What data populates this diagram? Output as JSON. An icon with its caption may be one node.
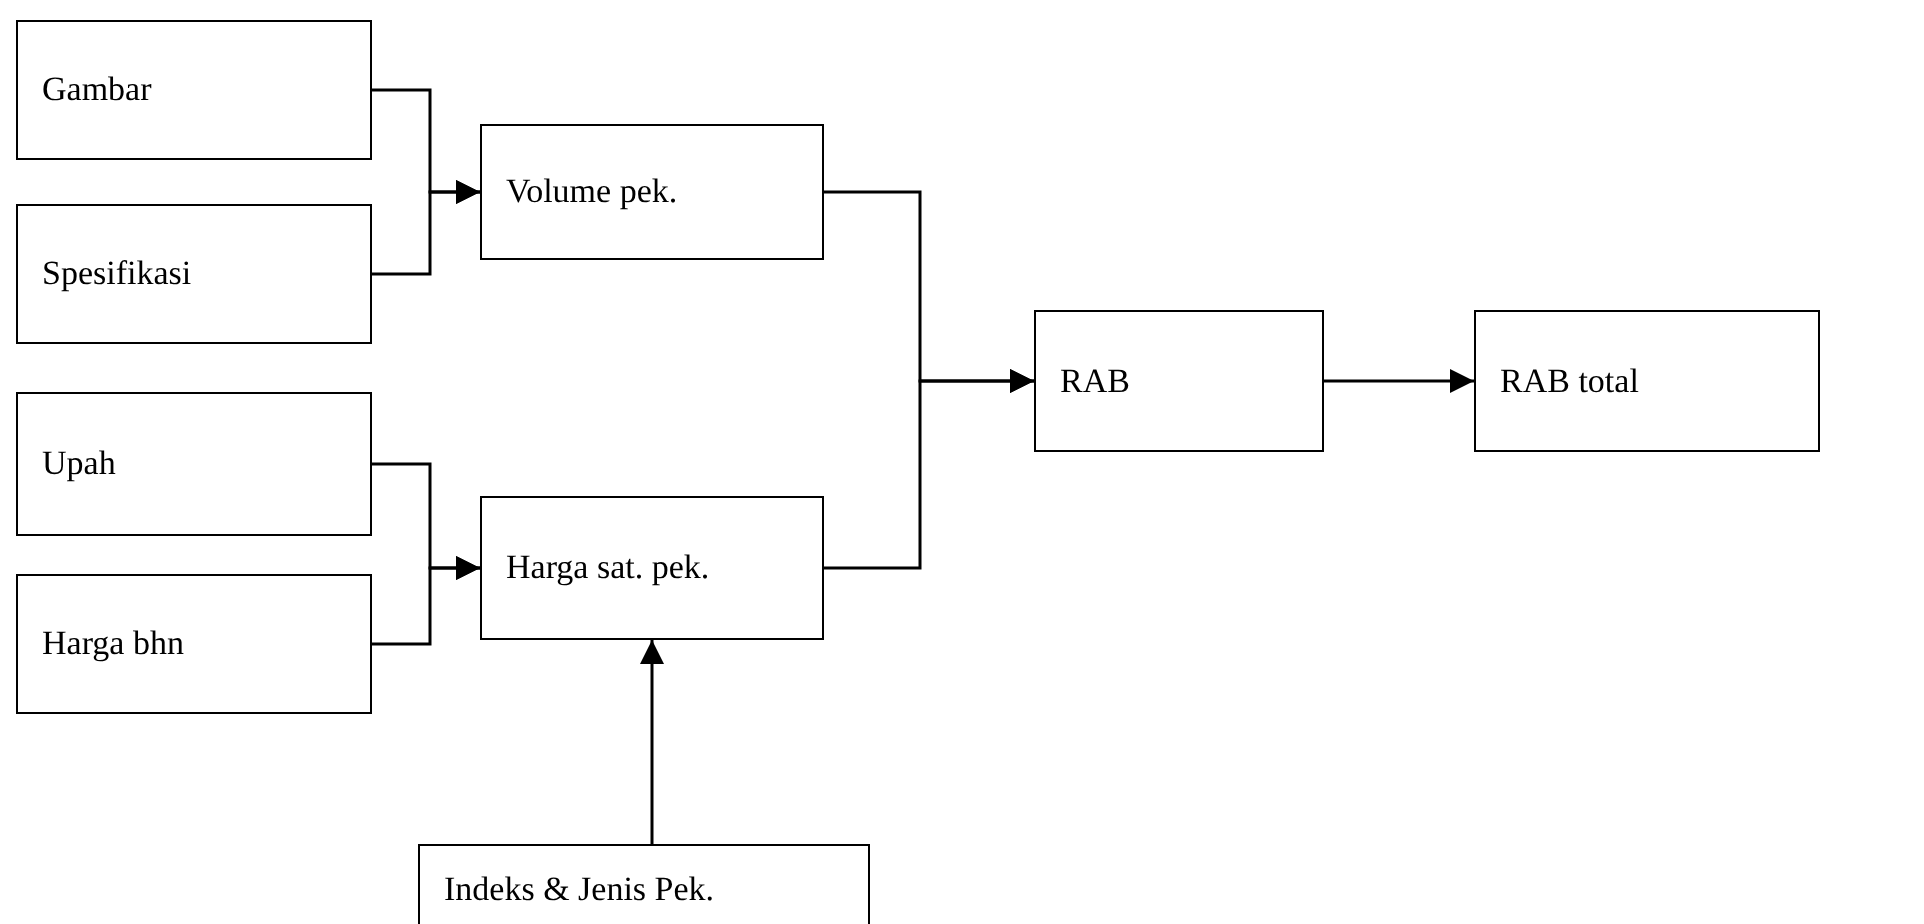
{
  "diagram": {
    "nodes": [
      {
        "text": [
          "Gambar"
        ]
      },
      {
        "text": [
          "Spesifikasi"
        ]
      },
      {
        "text": [
          "Upah"
        ]
      },
      {
        "text": [
          "Harga bhn"
        ]
      },
      {
        "text": [
          "Volume pek."
        ]
      },
      {
        "text": [
          "Harga sat. pek."
        ]
      },
      {
        "text": [
          "RAB"
        ]
      },
      {
        "text": [
          "RAB total"
        ]
      },
      {
        "text": [
          "Indeks & Jenis Pek."
        ]
      }
    ],
    "edges": [
      {
        "from": 0,
        "to": 4,
        "arrow": "to"
      },
      {
        "from": 1,
        "to": 4,
        "arrow": "to"
      },
      {
        "from": 2,
        "to": 5,
        "arrow": "to"
      },
      {
        "from": 3,
        "to": 5,
        "arrow": "to"
      },
      {
        "from": 4,
        "to": 6,
        "arrow": "to"
      },
      {
        "from": 5,
        "to": 6,
        "arrow": "to"
      },
      {
        "from": 6,
        "to": 7,
        "arrow": "to"
      },
      {
        "from": 8,
        "to": 5,
        "arrow": "to"
      }
    ]
  }
}
